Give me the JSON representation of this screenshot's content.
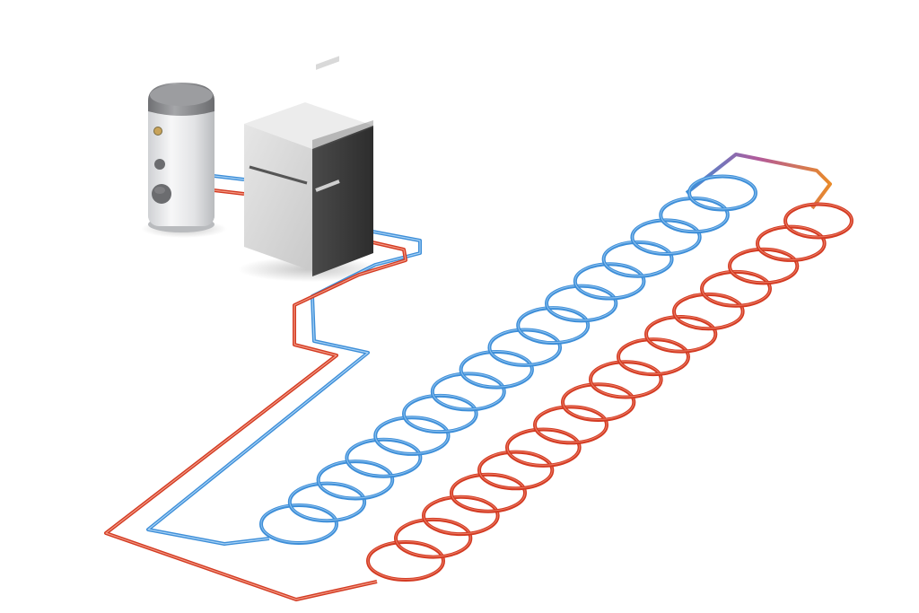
{
  "scene": {
    "subject": "ground-source-heat-pump-loop",
    "colors": {
      "background": "#ffffff",
      "cold_pipe": "#3d8ed8",
      "cold_pipe_highlight": "#9ccaf2",
      "hot_pipe": "#d33a22",
      "hot_pipe_highlight": "#f08a72",
      "tank_body": "#e9eaec",
      "tank_cap": "#8e8f92",
      "unit_light": "#d9d9d9",
      "unit_dark": "#3a3a3a"
    },
    "cold_loop_coils": 16,
    "hot_loop_coils": 16
  }
}
